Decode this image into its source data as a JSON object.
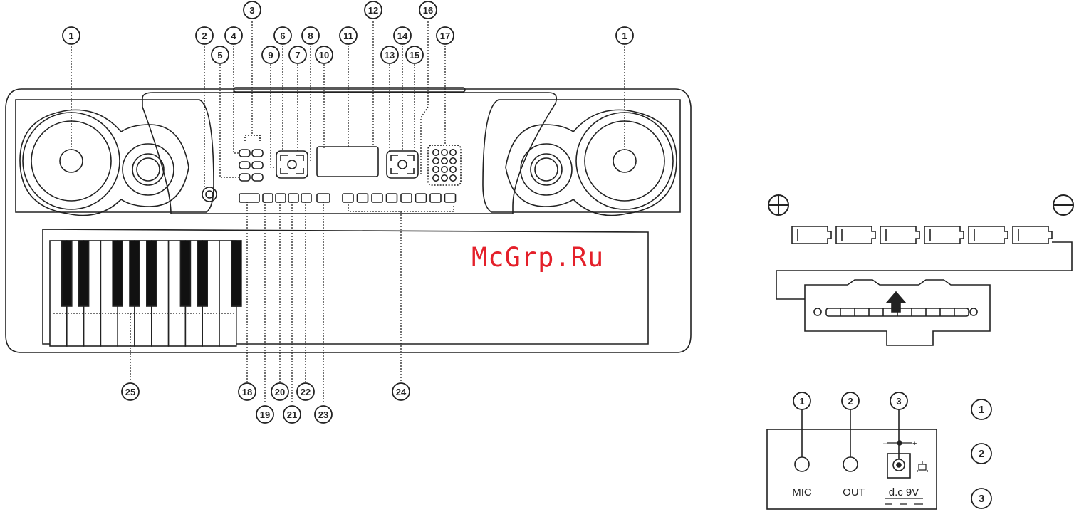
{
  "watermark": "McGrp.Ru",
  "callouts": [
    "1",
    "1",
    "2",
    "3",
    "4",
    "5",
    "6",
    "7",
    "8",
    "9",
    "10",
    "11",
    "12",
    "13",
    "14",
    "15",
    "16",
    "17",
    "18",
    "19",
    "20",
    "21",
    "22",
    "23",
    "24",
    "25"
  ],
  "battery": {
    "plus_symbol": "⊕",
    "minus_symbol": "⊖",
    "cell_count": 6
  },
  "jack_panel": {
    "callouts": [
      "1",
      "2",
      "3"
    ],
    "labels": [
      "MIC",
      "OUT",
      "d.c 9V"
    ],
    "power_polarity": {
      "minus": "–",
      "plus": "+"
    }
  },
  "legend_callouts": [
    "1",
    "2",
    "3"
  ]
}
